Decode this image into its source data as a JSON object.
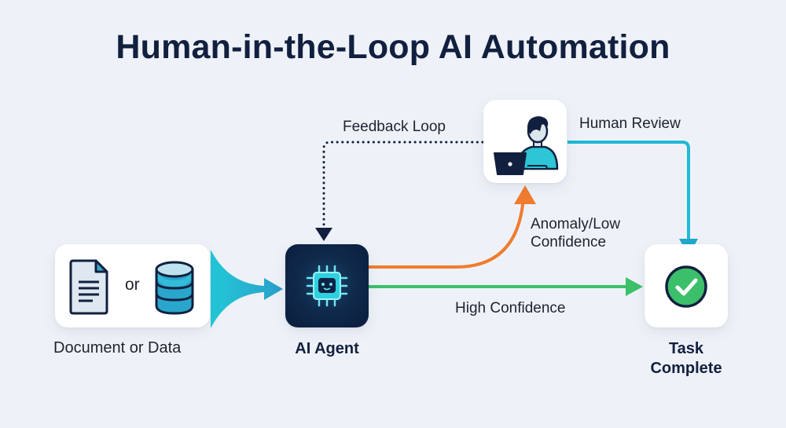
{
  "title": "Human-in-the-Loop AI Automation",
  "nodes": {
    "input": {
      "label": "Document or Data",
      "connector": "or",
      "icons": [
        "document-icon",
        "database-icon"
      ]
    },
    "agent": {
      "label": "AI Agent",
      "icon": "ai-chip-robot-icon"
    },
    "human": {
      "label": "Human Review",
      "icon": "person-laptop-icon"
    },
    "complete": {
      "label_line1": "Task",
      "label_line2": "Complete",
      "icon": "checkmark-circle-icon"
    }
  },
  "edges": {
    "feedback": {
      "label": "Feedback Loop",
      "from": "Human Review",
      "to": "AI Agent",
      "style": "dotted"
    },
    "anomaly": {
      "label_line1": "Anomaly/Low",
      "label_line2": "Confidence",
      "from": "AI Agent",
      "to": "Human Review"
    },
    "high": {
      "label": "High Confidence",
      "from": "AI Agent",
      "to": "Task Complete"
    },
    "review": {
      "from": "Human Review",
      "to": "Task Complete"
    },
    "input": {
      "from": "Document or Data",
      "to": "AI Agent"
    }
  },
  "colors": {
    "navy": "#12203f",
    "teal": "#22c3d6",
    "orange": "#f07c30",
    "green": "#3cc06a",
    "background": "#eef2f8"
  }
}
